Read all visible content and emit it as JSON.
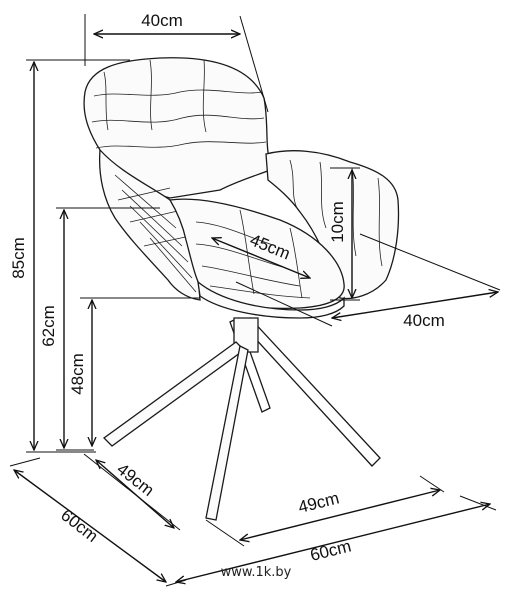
{
  "dimensions": {
    "top_width": "40cm",
    "total_height": "85cm",
    "armrest_height": "62cm",
    "seat_height": "48cm",
    "armrest_offset": "10cm",
    "seat_depth": "45cm",
    "arm_depth": "40cm",
    "base_width": "49cm",
    "base_depth": "49cm",
    "overall_depth": "60cm",
    "overall_width": "60cm"
  },
  "watermark": "www.1k.by",
  "colors": {
    "line": "#111111",
    "background": "#ffffff"
  }
}
